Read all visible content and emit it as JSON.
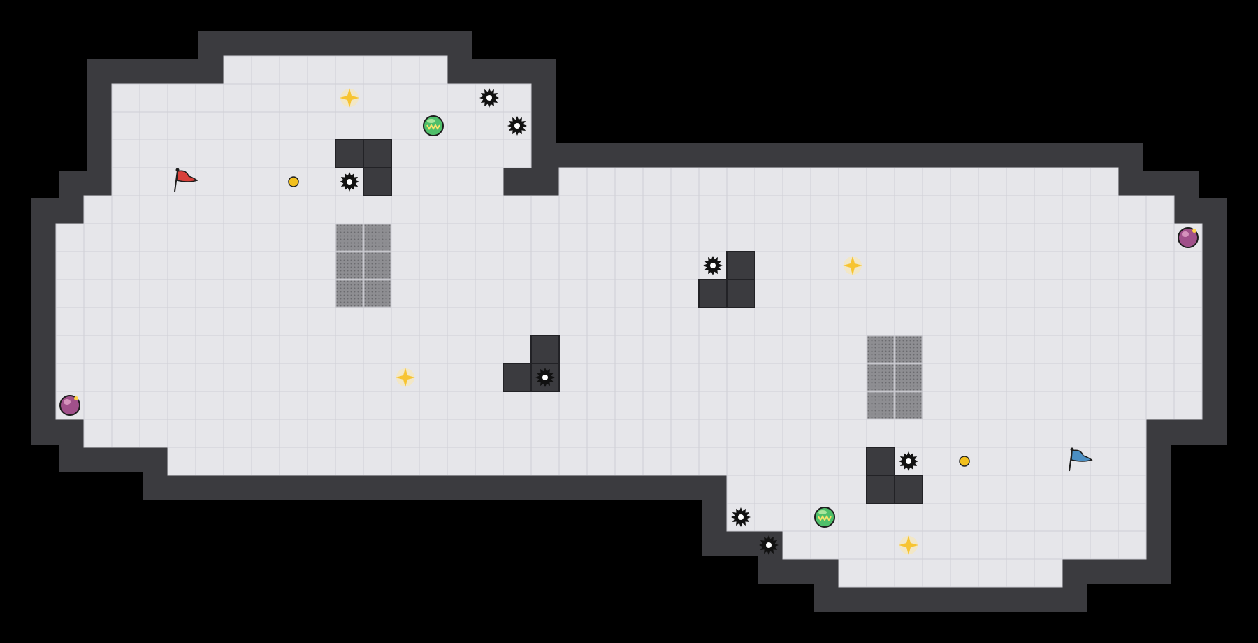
{
  "level": {
    "cols": 44,
    "rows": 21,
    "colors": {
      "background": "#000000",
      "wall_fill": "#3b3b3f",
      "wall_stroke": "#222226",
      "floor": "#e6e6ea",
      "grid": "#cfcfd5",
      "grate": "#8e8e92",
      "grate_dot": "#6a6a6e",
      "saw": "#111111",
      "coin": "#f2c01e",
      "sparkle": "#f7c431",
      "orb_green": "#4fbf6a",
      "orb_purple": "#a0508a",
      "flag_red": "#d8403a",
      "flag_blue": "#4b8fc4"
    },
    "floor_rows": [
      {
        "row": 0,
        "spans": [
          [
            7,
            14
          ]
        ]
      },
      {
        "row": 1,
        "spans": [
          [
            3,
            17
          ]
        ]
      },
      {
        "row": 2,
        "spans": [
          [
            3,
            17
          ]
        ]
      },
      {
        "row": 3,
        "spans": [
          [
            3,
            17
          ]
        ]
      },
      {
        "row": 4,
        "spans": [
          [
            3,
            16
          ],
          [
            19,
            38
          ]
        ]
      },
      {
        "row": 5,
        "spans": [
          [
            2,
            40
          ]
        ]
      },
      {
        "row": 6,
        "spans": [
          [
            1,
            41
          ]
        ]
      },
      {
        "row": 7,
        "spans": [
          [
            1,
            41
          ]
        ]
      },
      {
        "row": 8,
        "spans": [
          [
            1,
            41
          ]
        ]
      },
      {
        "row": 9,
        "spans": [
          [
            1,
            41
          ]
        ]
      },
      {
        "row": 10,
        "spans": [
          [
            1,
            41
          ]
        ]
      },
      {
        "row": 11,
        "spans": [
          [
            1,
            41
          ]
        ]
      },
      {
        "row": 12,
        "spans": [
          [
            1,
            41
          ]
        ]
      },
      {
        "row": 13,
        "spans": [
          [
            2,
            39
          ]
        ]
      },
      {
        "row": 14,
        "spans": [
          [
            5,
            23
          ],
          [
            24,
            39
          ]
        ]
      },
      {
        "row": 15,
        "spans": [
          [
            25,
            39
          ]
        ]
      },
      {
        "row": 16,
        "spans": [
          [
            25,
            39
          ]
        ]
      },
      {
        "row": 17,
        "spans": [
          [
            27,
            39
          ]
        ]
      },
      {
        "row": 18,
        "spans": [
          [
            29,
            36
          ]
        ]
      }
    ],
    "wall_blocks": [
      {
        "id": "block-a",
        "cells": [
          [
            11,
            3
          ],
          [
            12,
            3
          ],
          [
            12,
            4
          ]
        ]
      },
      {
        "id": "block-b",
        "cells": [
          [
            25,
            7
          ],
          [
            24,
            8
          ],
          [
            25,
            8
          ]
        ]
      },
      {
        "id": "block-c",
        "cells": [
          [
            18,
            10
          ],
          [
            17,
            11
          ],
          [
            18,
            11
          ]
        ]
      },
      {
        "id": "block-d",
        "cells": [
          [
            30,
            14
          ],
          [
            30,
            15
          ],
          [
            31,
            15
          ]
        ]
      }
    ],
    "grates": [
      {
        "id": "grate-1",
        "col": 11,
        "row": 6,
        "w": 2,
        "h": 3
      },
      {
        "id": "grate-2",
        "col": 30,
        "row": 10,
        "w": 2,
        "h": 3
      }
    ],
    "saws": [
      {
        "id": "saw-1",
        "col": 16,
        "row": 1
      },
      {
        "id": "saw-2",
        "col": 17,
        "row": 2
      },
      {
        "id": "saw-3",
        "col": 11,
        "row": 4
      },
      {
        "id": "saw-4",
        "col": 24,
        "row": 7
      },
      {
        "id": "saw-5",
        "col": 18,
        "row": 11
      },
      {
        "id": "saw-6",
        "col": 31,
        "row": 14
      },
      {
        "id": "saw-7",
        "col": 25,
        "row": 16
      },
      {
        "id": "saw-8",
        "col": 26,
        "row": 17
      }
    ],
    "coins": [
      {
        "id": "coin-1",
        "col": 9,
        "row": 4
      },
      {
        "id": "coin-2",
        "col": 33,
        "row": 14
      }
    ],
    "sparkles": [
      {
        "id": "sparkle-1",
        "col": 11,
        "row": 1
      },
      {
        "id": "sparkle-2",
        "col": 29,
        "row": 7
      },
      {
        "id": "sparkle-3",
        "col": 13,
        "row": 11
      },
      {
        "id": "sparkle-4",
        "col": 31,
        "row": 17
      }
    ],
    "orbs": [
      {
        "id": "green-orb-1",
        "kind": "green",
        "col": 14,
        "row": 2
      },
      {
        "id": "green-orb-2",
        "kind": "green",
        "col": 28,
        "row": 16
      },
      {
        "id": "purple-orb-1",
        "kind": "purple",
        "col": 41,
        "row": 6
      },
      {
        "id": "purple-orb-2",
        "kind": "purple",
        "col": 1,
        "row": 12
      }
    ],
    "flags": [
      {
        "id": "red-flag",
        "kind": "red",
        "col": 5,
        "row": 4
      },
      {
        "id": "blue-flag",
        "kind": "blue",
        "col": 37,
        "row": 14
      }
    ],
    "icons": {
      "saw": "saw-blade-icon",
      "coin": "coin-icon",
      "sparkle": "sparkle-icon",
      "green_orb": "green-orb-icon",
      "purple_orb": "purple-orb-icon",
      "red_flag": "red-flag-icon",
      "blue_flag": "blue-flag-icon",
      "grate": "grate-icon"
    }
  }
}
